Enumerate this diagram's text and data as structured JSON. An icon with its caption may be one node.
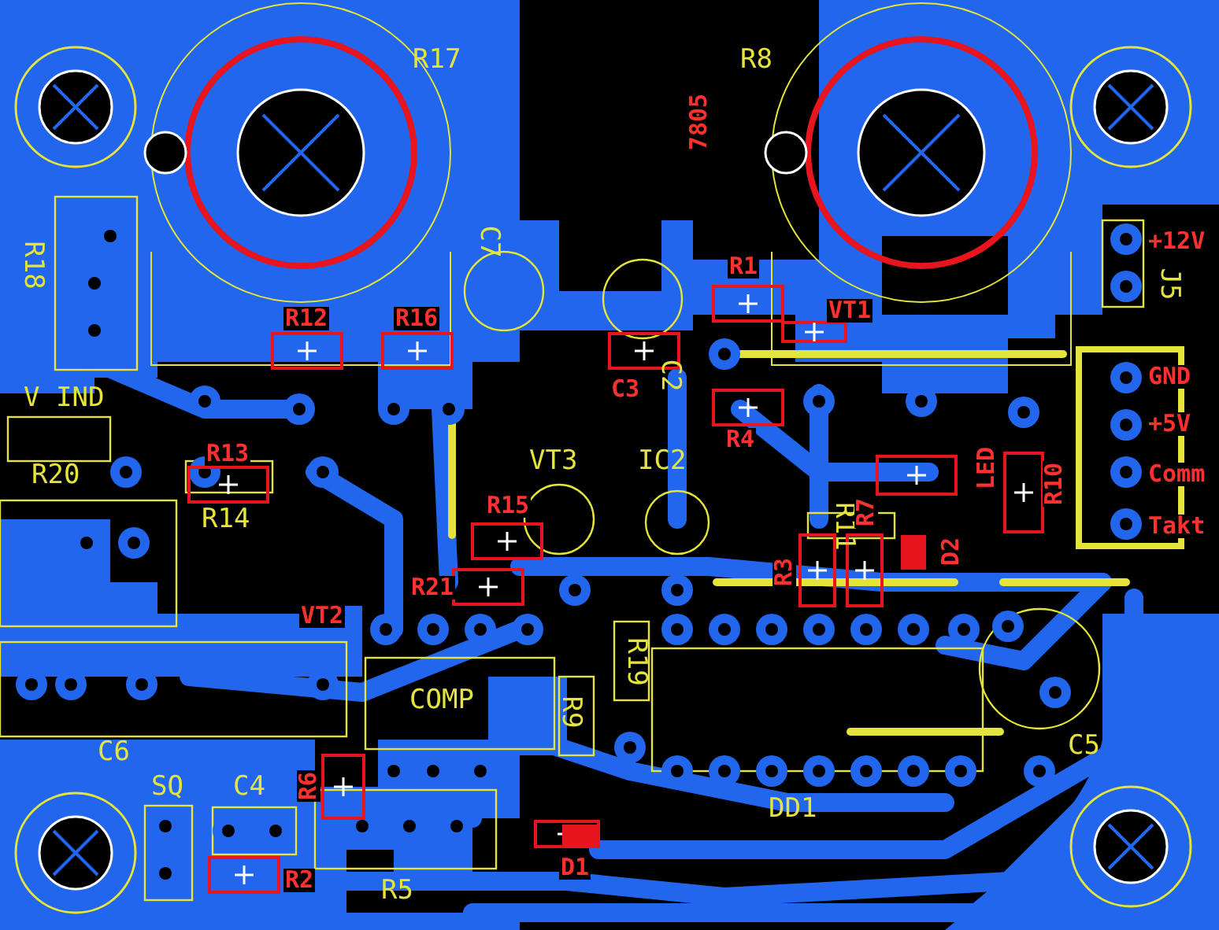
{
  "diagram": {
    "labels": [
      "R17",
      "R8",
      "7805",
      "C7",
      "R18",
      "+12V",
      "J5",
      "R1",
      "VT1",
      "R12",
      "R16",
      "C2",
      "C3",
      "GND",
      "R4",
      "V IND",
      "+5V",
      "R20",
      "R13",
      "VT3",
      "IC2",
      "LED",
      "R10",
      "Comm",
      "R14",
      "R15",
      "R11",
      "R7",
      "Takt",
      "D2",
      "R3",
      "R21",
      "VT2",
      "R19",
      "R9",
      "COMP",
      "C6",
      "C5",
      "SQ",
      "C4",
      "R6",
      "DD1",
      "D1",
      "R2",
      "R5"
    ]
  }
}
